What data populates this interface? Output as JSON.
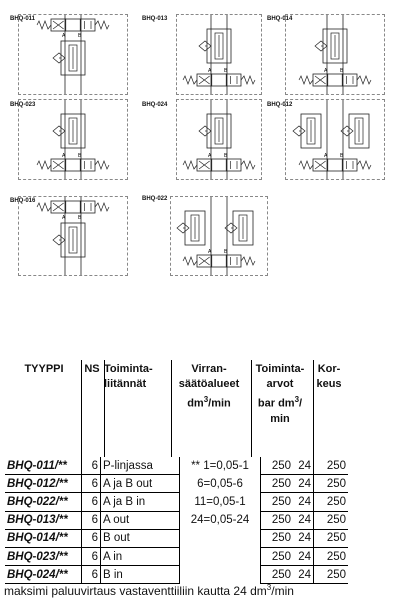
{
  "diagrams": [
    {
      "label": "BHQ-011"
    },
    {
      "label": "BHQ-013"
    },
    {
      "label": "BHQ-014"
    },
    {
      "label": "BHQ-023"
    },
    {
      "label": "BHQ-024"
    },
    {
      "label": "BHQ-012"
    },
    {
      "label": "BHQ-016"
    },
    {
      "label": "BHQ-022"
    }
  ],
  "table": {
    "headers": {
      "type": "TYYPPI",
      "ns": "NS",
      "func_l1": "Toiminta-",
      "func_l2": "liitännät",
      "range_l1": "Virran-",
      "range_l2": "säätöalueet",
      "range_l3": "dm",
      "range_l3_sup": "3",
      "range_l3_rest": "/min",
      "values_l1": "Toiminta-",
      "values_l2": "arvot",
      "values_l3": "bar  dm",
      "values_l3_sup": "3",
      "values_l3_rest": "/",
      "values_l4": "min",
      "height_l1": "Kor-",
      "height_l2": "keus"
    },
    "rows": [
      {
        "code": "BHQ-011/**",
        "ns": "6",
        "func": "P-linjassa",
        "range": "** 1=0,05-1",
        "bar": "250",
        "dm": "24",
        "h": "250"
      },
      {
        "code": "BHQ-012/**",
        "ns": "6",
        "func": "A ja B out",
        "range": "6=0,05-6",
        "bar": "250",
        "dm": "24",
        "h": "250"
      },
      {
        "code": "BHQ-022/**",
        "ns": "6",
        "func": "A ja B in",
        "range": "11=0,05-1",
        "bar": "250",
        "dm": "24",
        "h": "250"
      },
      {
        "code": "BHQ-013/**",
        "ns": "6",
        "func": "A out",
        "range": "24=0,05-24",
        "bar": "250",
        "dm": "24",
        "h": "250"
      },
      {
        "code": "BHQ-014/**",
        "ns": "6",
        "func": "B out",
        "range": "",
        "bar": "250",
        "dm": "24",
        "h": "250"
      },
      {
        "code": "BHQ-023/**",
        "ns": "6",
        "func": "A in",
        "range": "",
        "bar": "250",
        "dm": "24",
        "h": "250"
      },
      {
        "code": "BHQ-024/**",
        "ns": "6",
        "func": "B in",
        "range": "",
        "bar": "250",
        "dm": "24",
        "h": "250"
      }
    ]
  },
  "footer": {
    "text": "maksimi paluuvirtaus vastaventtiiliin kautta 24 dm",
    "sup": "3",
    "rest": "/min"
  }
}
